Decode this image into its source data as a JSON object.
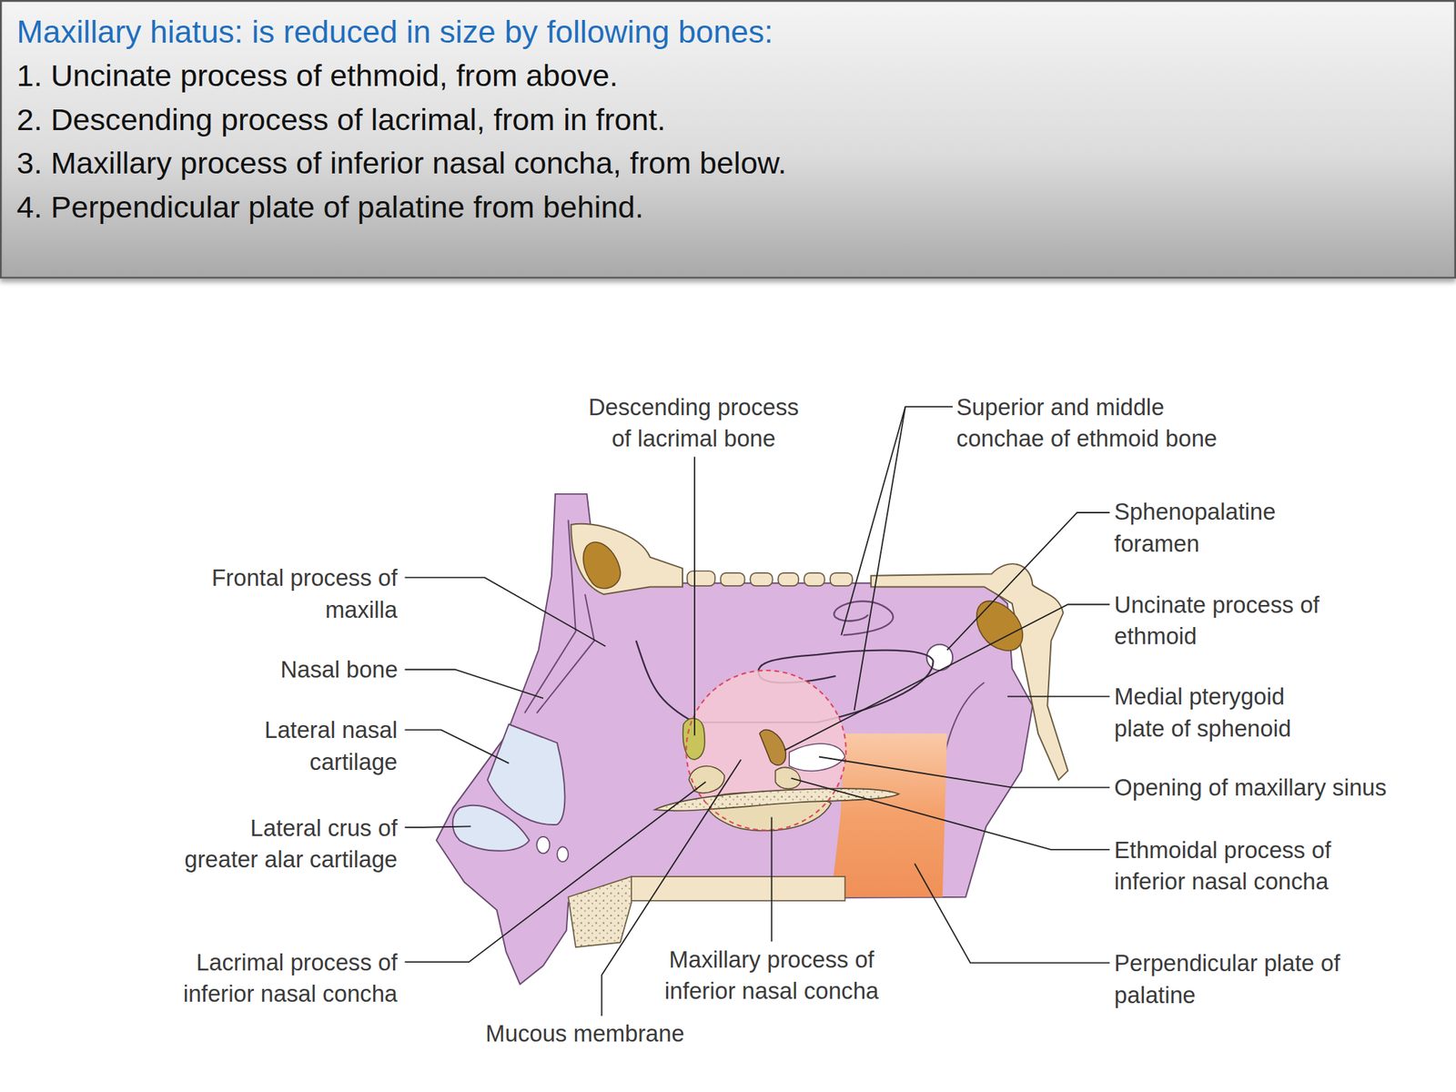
{
  "diagram": {
    "nodes": [
      {
        "text": [
          "Maxillary hiatus: is reduced in size by following bones:",
          "1. Uncinate process of ethmoid, from above.",
          "2. Descending process of lacrimal, from in front.",
          "3. Maxillary process of inferior nasal concha, from below.",
          "4. Perpendicular plate of palatine from behind."
        ]
      }
    ],
    "labels": [
      "Descending process of lacrimal bone",
      "Superior and middle conchae of ethmoid bone",
      "Frontal process of maxilla",
      "Sphenopalatine foramen",
      "Uncinate process of ethmoid",
      "Nasal bone",
      "Medial pterygoid plate of sphenoid",
      "Lateral nasal cartilage",
      "Opening of maxillary sinus",
      "Lateral crus of greater alar cartilage",
      "Ethmoidal process of inferior nasal concha",
      "Lacrimal process of inferior nasal concha",
      "Maxillary process of inferior nasal concha",
      "Perpendicular plate of palatine",
      "Mucous membrane"
    ]
  }
}
